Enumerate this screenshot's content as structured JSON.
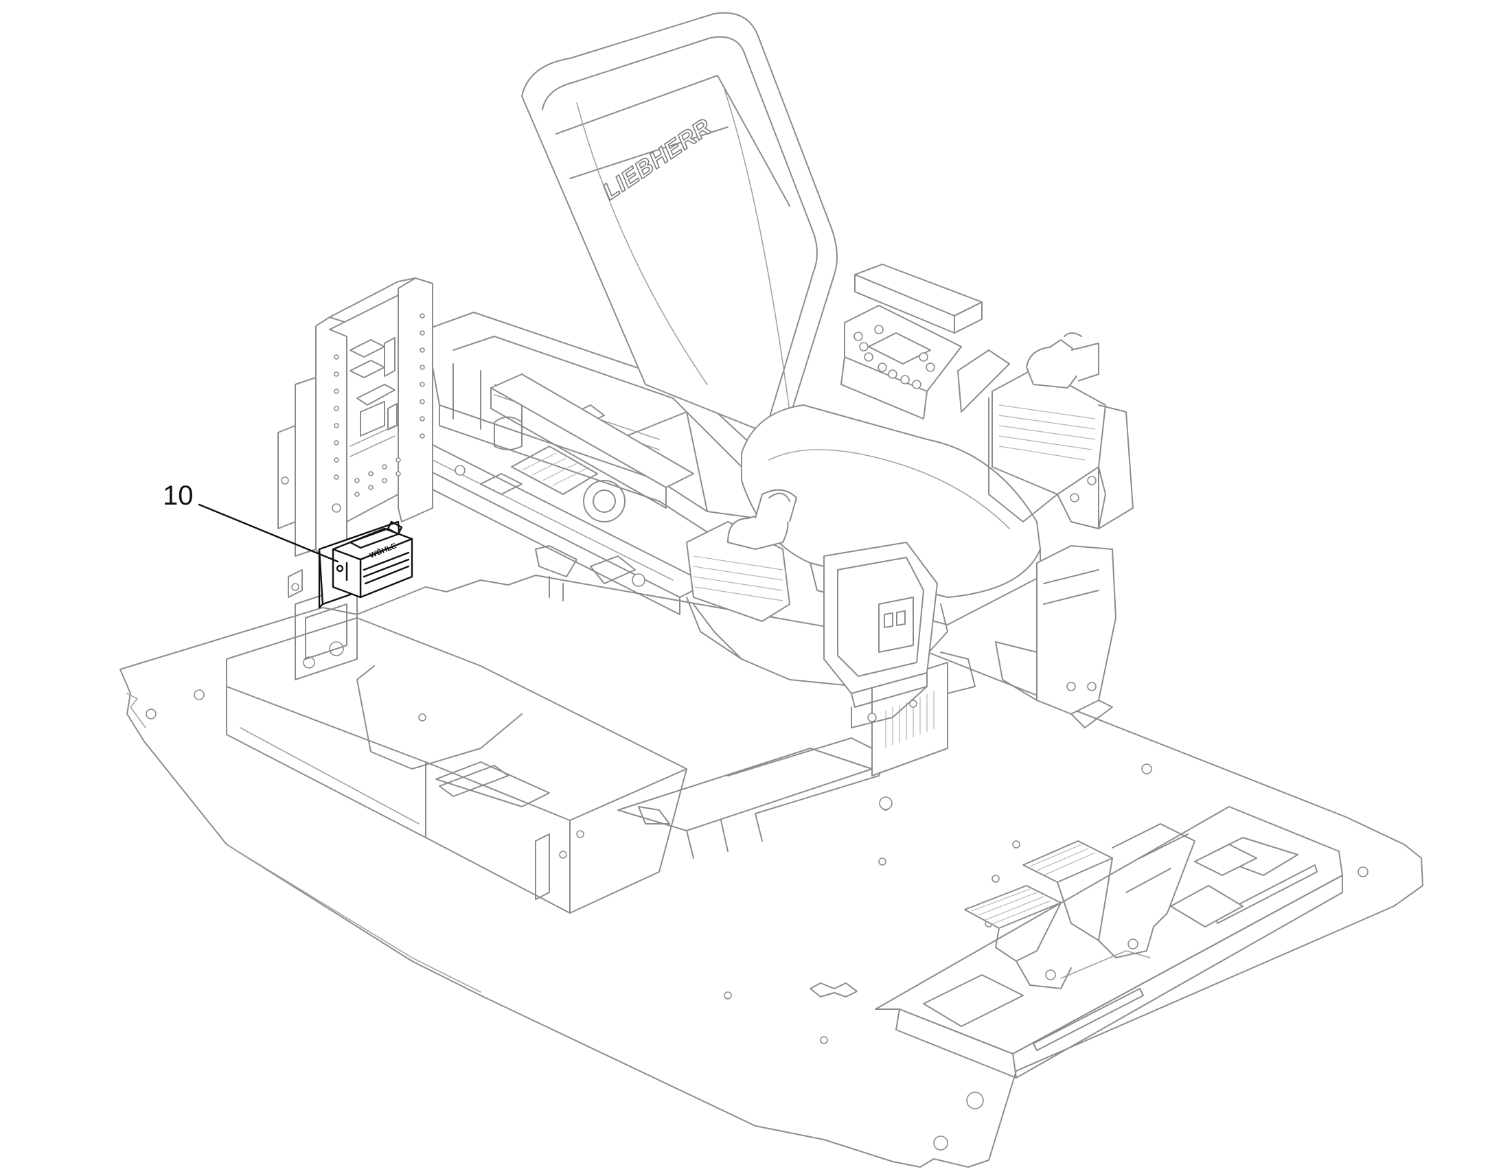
{
  "figure": {
    "callouts": [
      {
        "number": "10"
      }
    ],
    "seat_brand": "LIEBHERR",
    "module_label": "WÖHLE"
  }
}
